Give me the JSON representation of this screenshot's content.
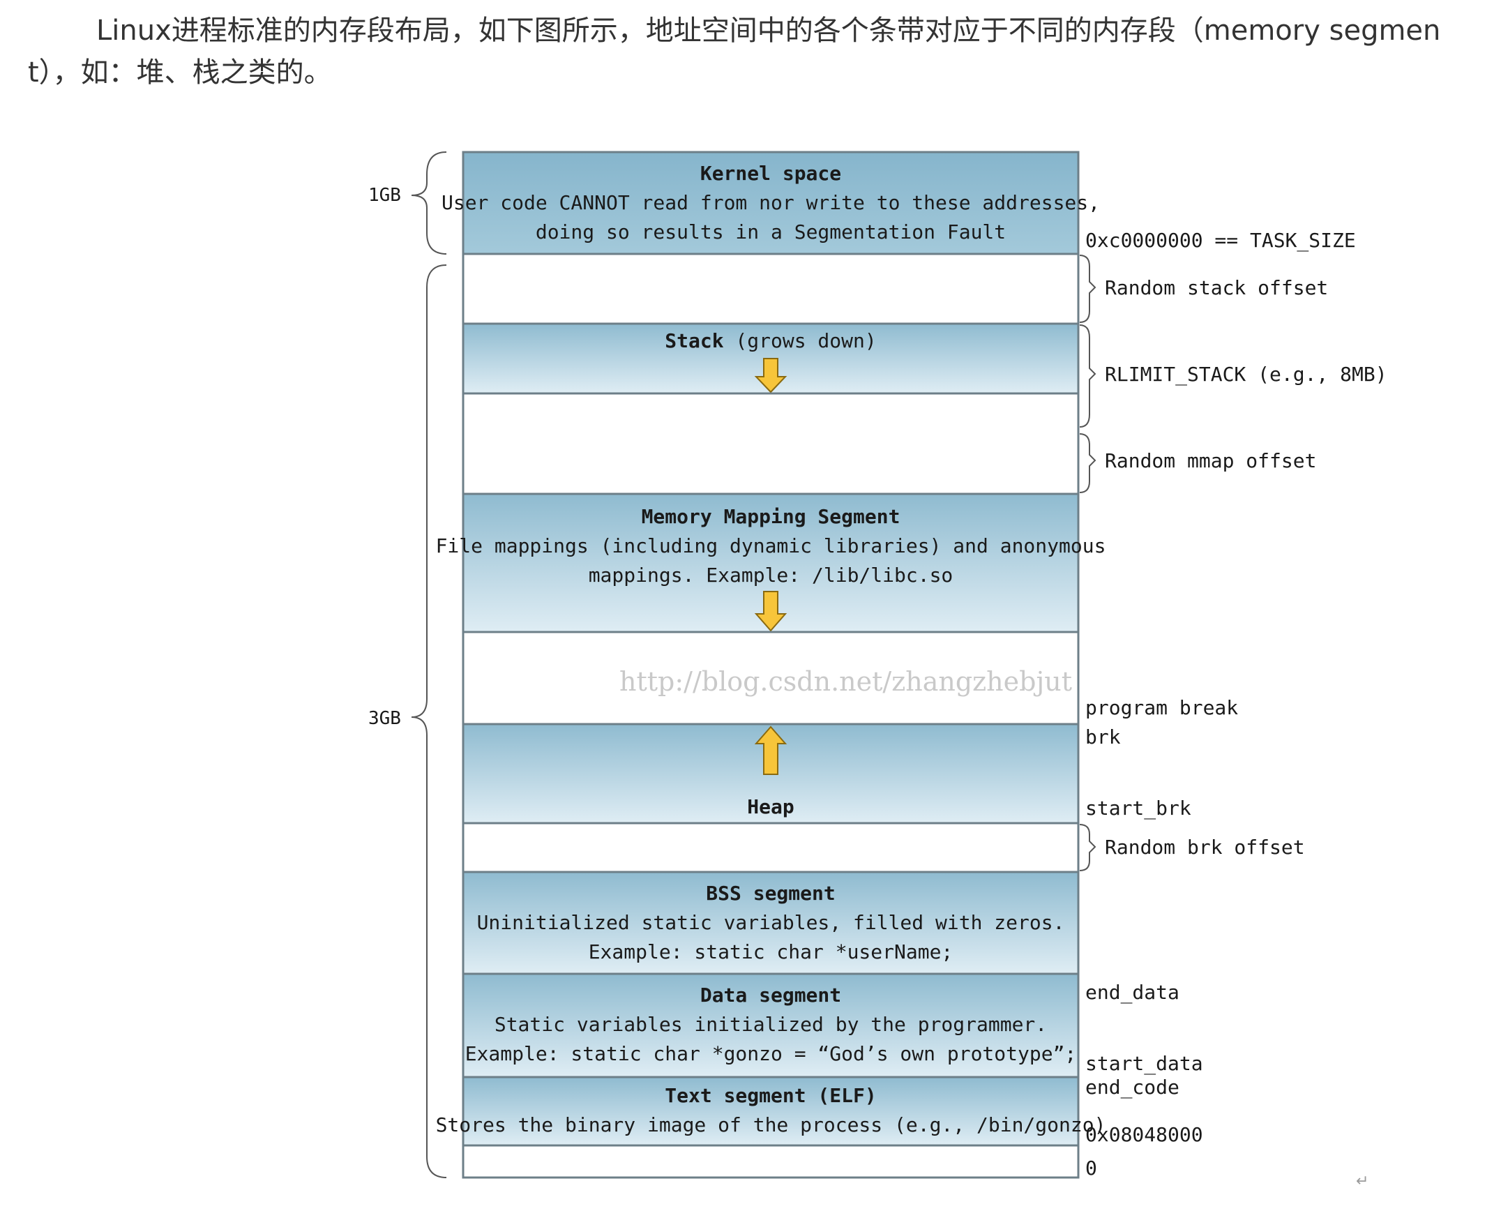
{
  "intro": {
    "text": "Linux进程标准的内存段布局，如下图所示，地址空间中的各个条带对应于不同的内存段（memory segment），如：堆、栈之类的。"
  },
  "diagram": {
    "kernel_size": "1GB",
    "user_size": "3GB",
    "segments": {
      "kernel": {
        "title": "Kernel space",
        "line1": "User code CANNOT read from nor write to these addresses,",
        "line2": "doing so results in a Segmentation Fault"
      },
      "stack": {
        "title": "Stack",
        "suffix": " (grows down)"
      },
      "mmap": {
        "title": "Memory Mapping Segment",
        "line1": "File mappings (including dynamic libraries) and anonymous",
        "line2": "mappings. Example: /lib/libc.so"
      },
      "heap": {
        "title": "Heap"
      },
      "bss": {
        "title": "BSS segment",
        "line1": "Uninitialized static variables, filled with zeros.",
        "line2": "Example: static char *userName;"
      },
      "data": {
        "title": "Data segment",
        "line1": "Static variables initialized by the programmer.",
        "line2": "Example: static char *gonzo = “God’s own prototype”;"
      },
      "text": {
        "title": "Text segment (ELF)",
        "line1": "Stores the binary image of the process (e.g., /bin/gonzo)"
      }
    },
    "labels": {
      "task_size": "0xc0000000 == TASK_SIZE",
      "random_stack_offset": "Random stack offset",
      "rlimit_stack": "RLIMIT_STACK (e.g., 8MB)",
      "random_mmap_offset": "Random mmap offset",
      "program_break": "program break",
      "brk": "brk",
      "start_brk": "start_brk",
      "random_brk_offset": "Random brk offset",
      "end_data": "end_data",
      "start_data": "start_data",
      "end_code": "end_code",
      "text_start": "0x08048000",
      "zero": "0"
    },
    "watermark": "http://blog.csdn.net/zhangzhebjut",
    "return_mark": "↵",
    "colors": {
      "segment_fill_top": "#8fbbd0",
      "segment_fill_bottom": "#dfedf4",
      "kernel_fill": "#86b5cc",
      "border": "#6d7f88",
      "arrow_fill": "#f7c53a",
      "arrow_stroke": "#8a6a10"
    }
  }
}
